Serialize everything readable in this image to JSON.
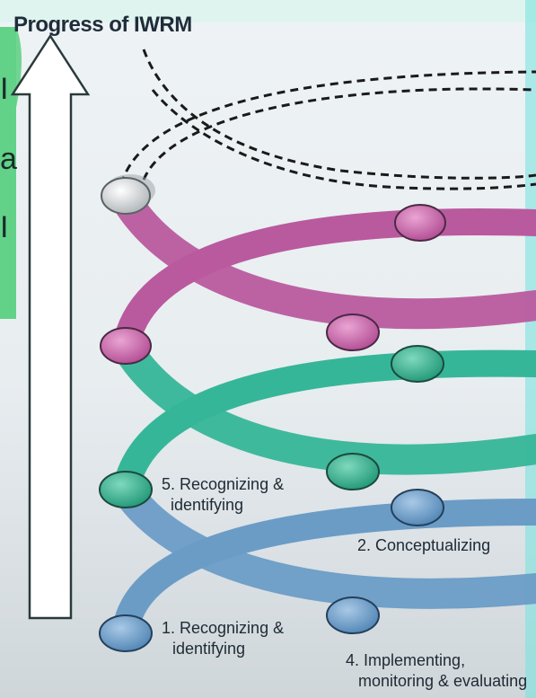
{
  "title": "Progress of IWRM",
  "side_fragments": [
    "I",
    "a",
    "I"
  ],
  "stages": {
    "s5": [
      "5. Recognizing &",
      "identifying"
    ],
    "s2": [
      "2. Conceptualizing"
    ],
    "s1": [
      "1. Recognizing &",
      "identifying"
    ],
    "s4": [
      "4. Implementing,",
      "monitoring & evaluating"
    ]
  },
  "colors": {
    "loop_blue": "#6b9cc6",
    "loop_teal": "#36b698",
    "loop_pink": "#b95a9e",
    "node_gray": "#d4d7d9",
    "side_panel": "#5ccf83"
  }
}
